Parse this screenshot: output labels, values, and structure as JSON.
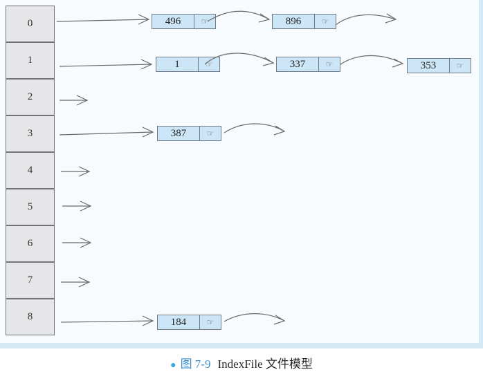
{
  "index_slots": [
    {
      "slot": "0",
      "nodes": [
        "496",
        "896"
      ]
    },
    {
      "slot": "1",
      "nodes": [
        "1",
        "337",
        "353"
      ]
    },
    {
      "slot": "2",
      "nodes": []
    },
    {
      "slot": "3",
      "nodes": [
        "387"
      ]
    },
    {
      "slot": "4",
      "nodes": []
    },
    {
      "slot": "5",
      "nodes": []
    },
    {
      "slot": "6",
      "nodes": []
    },
    {
      "slot": "7",
      "nodes": []
    },
    {
      "slot": "8",
      "nodes": [
        "184"
      ]
    }
  ],
  "pointer_glyph": "☞",
  "pointer_icon": "pointing-hand-icon",
  "caption": {
    "figure_number": "图 7-9",
    "title": "IndexFile 文件模型"
  },
  "colors": {
    "node_fill": "#cde6f7",
    "cell_fill": "#e6e6e8",
    "frame_bg": "#f7fbfe",
    "accent": "#3a9fd8"
  }
}
